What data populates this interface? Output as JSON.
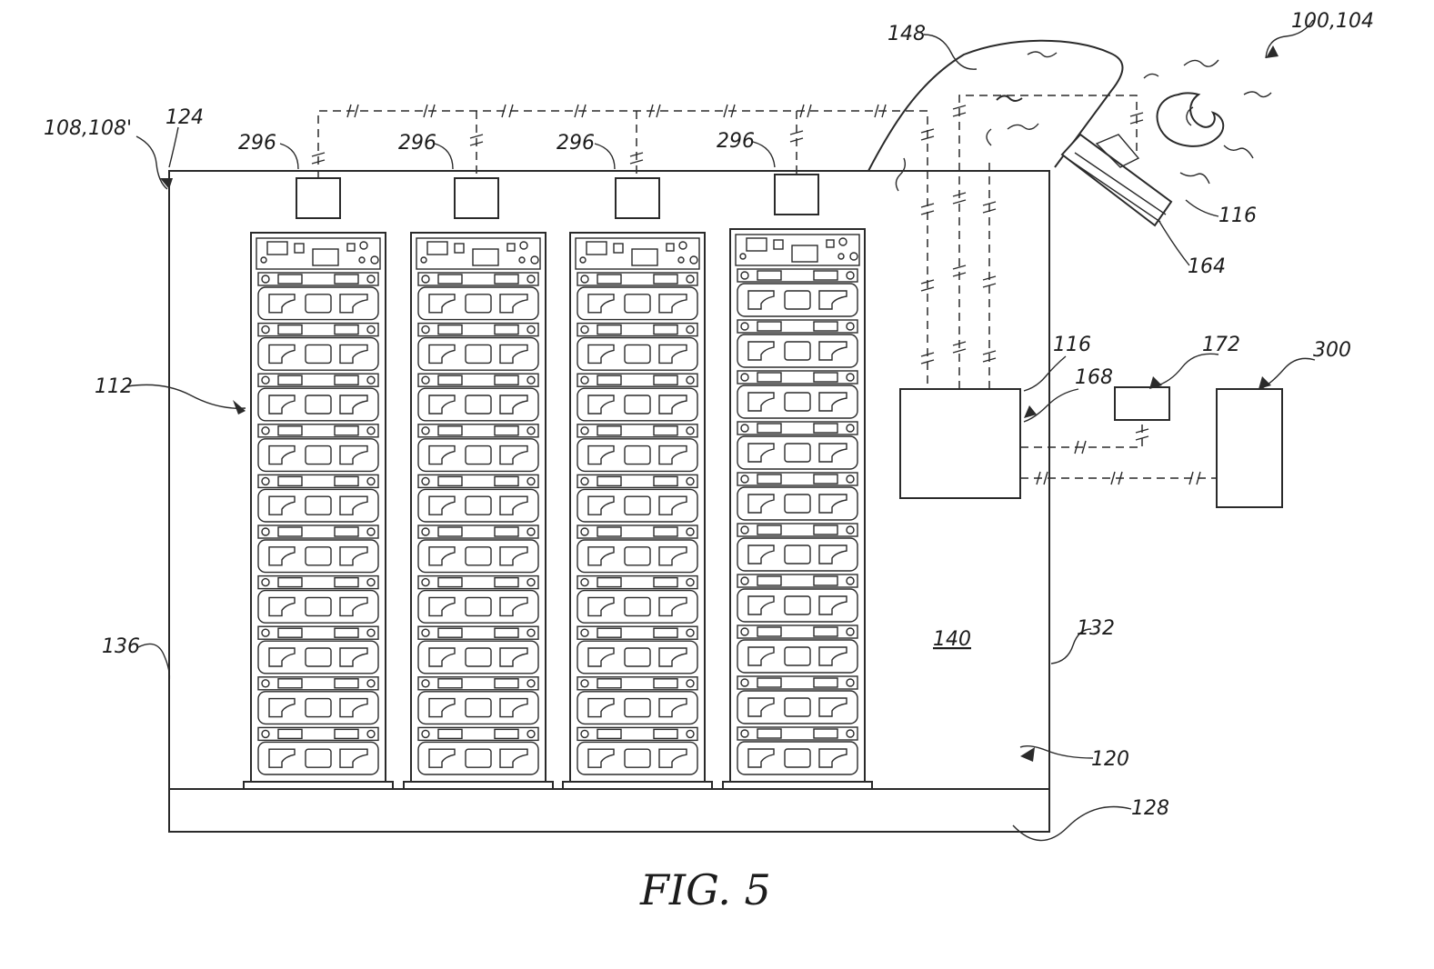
{
  "figure": {
    "caption": "FIG. 5",
    "labels": {
      "system": "100,104",
      "enclosure": "108,108'",
      "rack": "112",
      "vent_right": "116",
      "controller": "116",
      "interior": "120",
      "top_wall": "124",
      "base": "128",
      "right_wall": "132",
      "left_wall": "136",
      "space": "140",
      "plume": "148",
      "hinge": "164",
      "controller_arrow": "168",
      "unit": "172",
      "remote": "300",
      "detector": "296"
    }
  }
}
